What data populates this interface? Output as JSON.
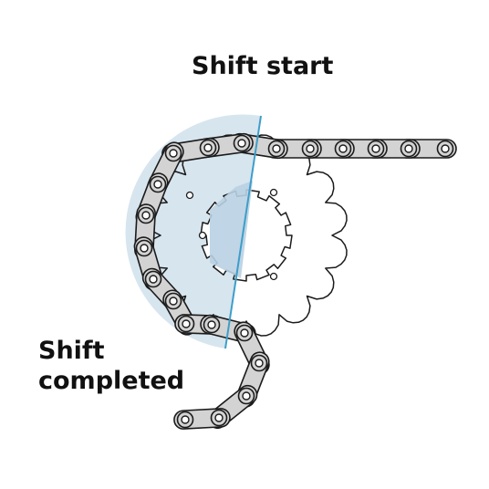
{
  "labels": {
    "shift_start": "Shift start",
    "shift_completed_line1": "Shift",
    "shift_completed_line2": "completed"
  },
  "colors": {
    "region_fill": "#c9dcea",
    "region_edge": "#3d9ec9",
    "hub_fill": "#b9d0e2",
    "link_plate": "#d3d3d3",
    "outline": "#1b1b1b",
    "background": "#ffffff"
  },
  "chain_segments": [
    "chain-upper-run",
    "chain-around-cog",
    "chain-lower-run"
  ]
}
